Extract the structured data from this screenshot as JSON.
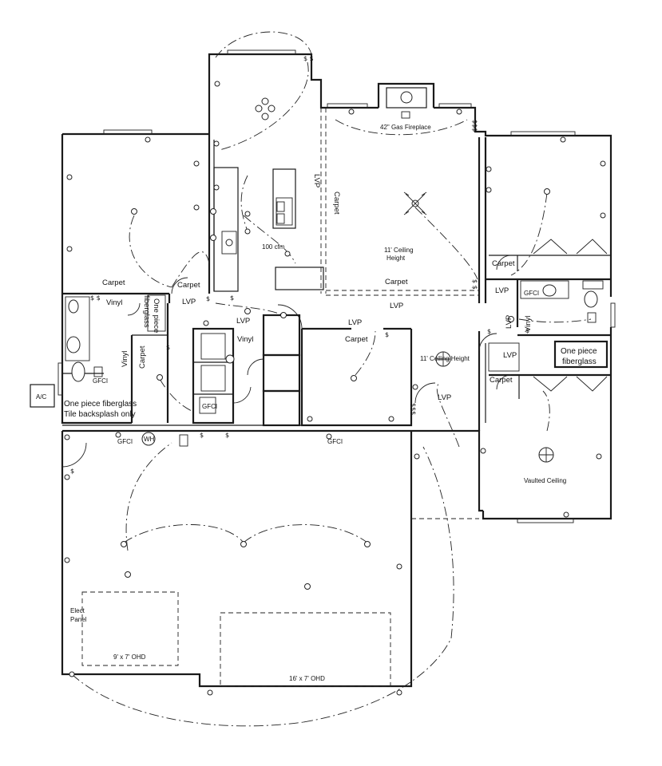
{
  "labels": {
    "gas_fireplace": "42\" Gas Fireplace",
    "ceiling_11_a": "11' Ceiling",
    "ceiling_11_b": "Height",
    "ceiling_11_height": "11' Ceiling Height",
    "vaulted_ceiling": "Vaulted Ceiling",
    "vent_cfm": "100 cfm",
    "carpet": "Carpet",
    "lvp": "LVP",
    "vinyl": "Vinyl",
    "one_piece_a": "One piece",
    "fiberglass": "fiberglass",
    "one_piece_fiberglass": "One piece fiberglass",
    "tile_backsplash": "Tile backsplash only",
    "ac": "A/C",
    "water_heater": "WH",
    "elect_a": "Elect",
    "elect_b": "Panel",
    "garage_door_small": "9' x 7' OHD",
    "garage_door_large": "16' x 7' OHD",
    "switch_double": "$ $",
    "switch_single": "$",
    "switch_triple": "$$$",
    "gfci": "GFCI"
  }
}
